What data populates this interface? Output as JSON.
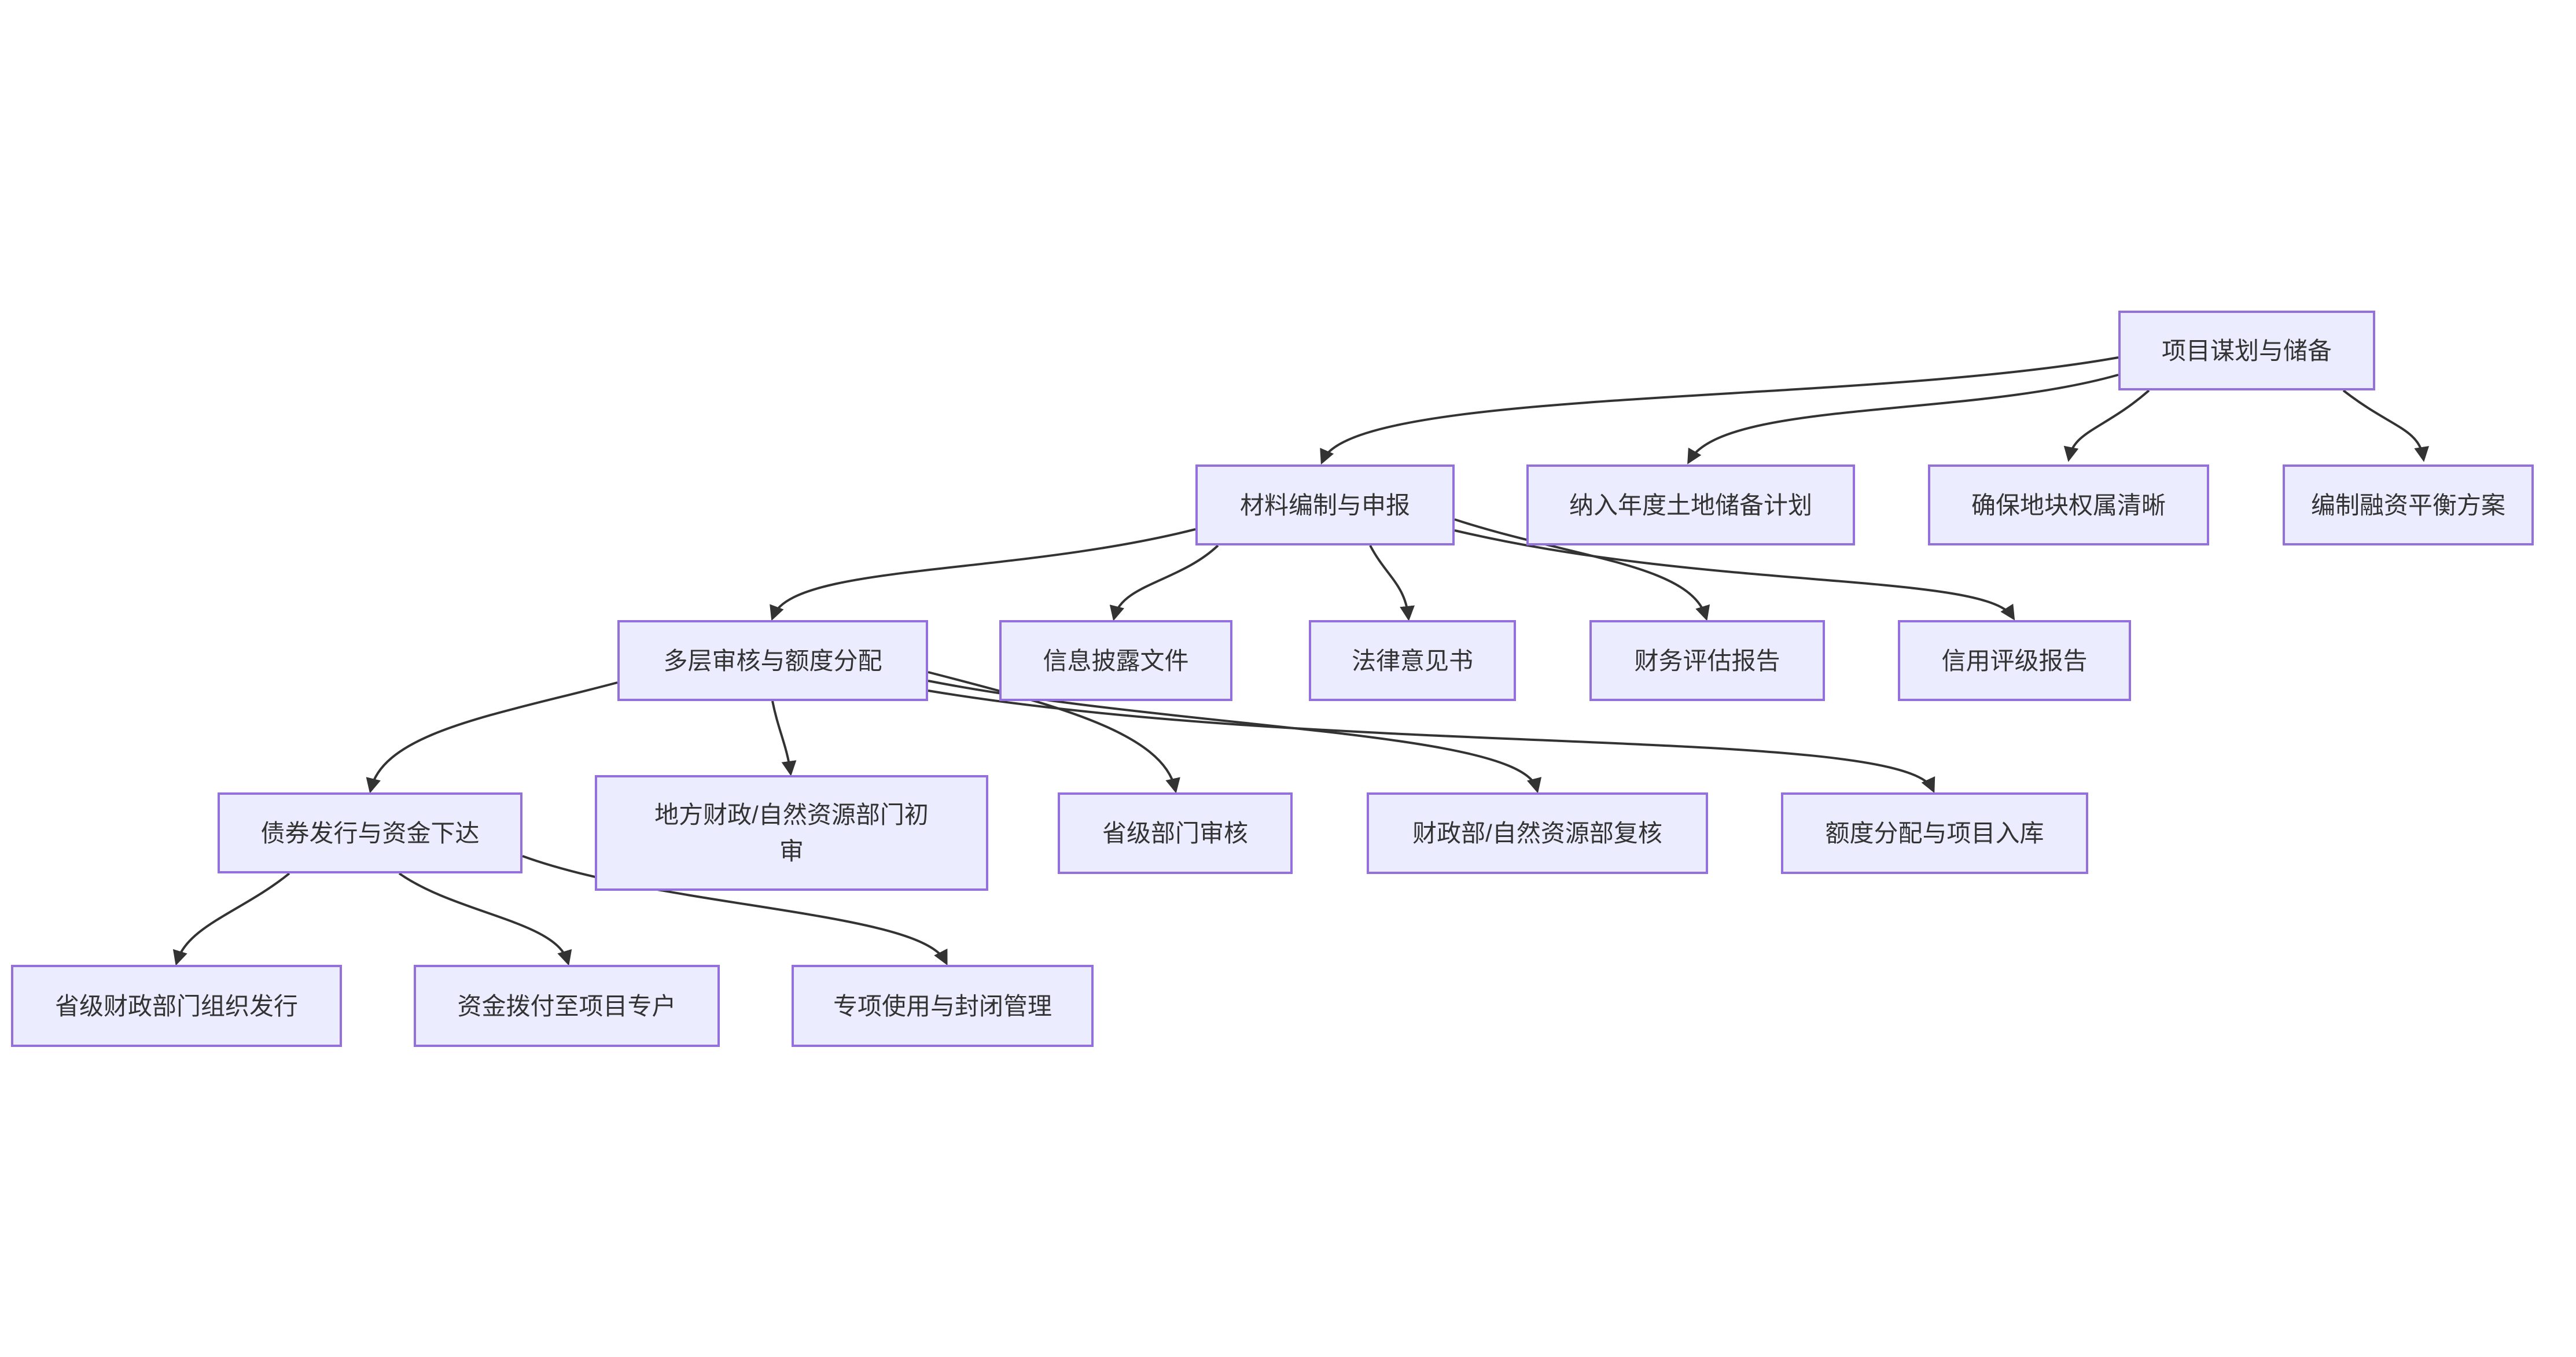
{
  "diagram": {
    "type": "flowchart",
    "direction": "top-down",
    "colors": {
      "background": "#ffffff",
      "node-fill": "#ECECFF",
      "node-border": "#9370DB",
      "node-text": "#333333",
      "edge": "#333333"
    },
    "nodes": [
      {
        "id": "project-planning-reserve",
        "label": "项目谋划与储备"
      },
      {
        "id": "material-preparation-declaration",
        "label": "材料编制与申报"
      },
      {
        "id": "annual-land-reserve-plan",
        "label": "纳入年度土地储备计划"
      },
      {
        "id": "land-ownership-clarity",
        "label": "确保地块权属清晰"
      },
      {
        "id": "financing-balance-plan",
        "label": "编制融资平衡方案"
      },
      {
        "id": "multi-level-review-quota",
        "label": "多层审核与额度分配"
      },
      {
        "id": "information-disclosure-docs",
        "label": "信息披露文件"
      },
      {
        "id": "legal-opinion",
        "label": "法律意见书"
      },
      {
        "id": "financial-evaluation-report",
        "label": "财务评估报告"
      },
      {
        "id": "credit-rating-report",
        "label": "信用评级报告"
      },
      {
        "id": "bond-issuance-funds",
        "label": "债券发行与资金下达"
      },
      {
        "id": "local-finance-initial-review",
        "label": "地方财政/自然资源部门初\n审"
      },
      {
        "id": "provincial-dept-review",
        "label": "省级部门审核"
      },
      {
        "id": "ministry-recheck",
        "label": "财政部/自然资源部复核"
      },
      {
        "id": "quota-allocation-project-entry",
        "label": "额度分配与项目入库"
      },
      {
        "id": "provincial-finance-org-issuance",
        "label": "省级财政部门组织发行"
      },
      {
        "id": "fund-transfer-project-account",
        "label": "资金拨付至项目专户"
      },
      {
        "id": "special-use-closed-management",
        "label": "专项使用与封闭管理"
      }
    ],
    "edges": [
      {
        "from": "项目谋划与储备",
        "to": "材料编制与申报"
      },
      {
        "from": "项目谋划与储备",
        "to": "纳入年度土地储备计划"
      },
      {
        "from": "项目谋划与储备",
        "to": "确保地块权属清晰"
      },
      {
        "from": "项目谋划与储备",
        "to": "编制融资平衡方案"
      },
      {
        "from": "材料编制与申报",
        "to": "多层审核与额度分配"
      },
      {
        "from": "材料编制与申报",
        "to": "信息披露文件"
      },
      {
        "from": "材料编制与申报",
        "to": "法律意见书"
      },
      {
        "from": "材料编制与申报",
        "to": "财务评估报告"
      },
      {
        "from": "材料编制与申报",
        "to": "信用评级报告"
      },
      {
        "from": "多层审核与额度分配",
        "to": "债券发行与资金下达"
      },
      {
        "from": "多层审核与额度分配",
        "to": "地方财政/自然资源部门初审"
      },
      {
        "from": "多层审核与额度分配",
        "to": "省级部门审核"
      },
      {
        "from": "多层审核与额度分配",
        "to": "财政部/自然资源部复核"
      },
      {
        "from": "多层审核与额度分配",
        "to": "额度分配与项目入库"
      },
      {
        "from": "债券发行与资金下达",
        "to": "省级财政部门组织发行"
      },
      {
        "from": "债券发行与资金下达",
        "to": "资金拨付至项目专户"
      },
      {
        "from": "债券发行与资金下达",
        "to": "专项使用与封闭管理"
      }
    ]
  }
}
